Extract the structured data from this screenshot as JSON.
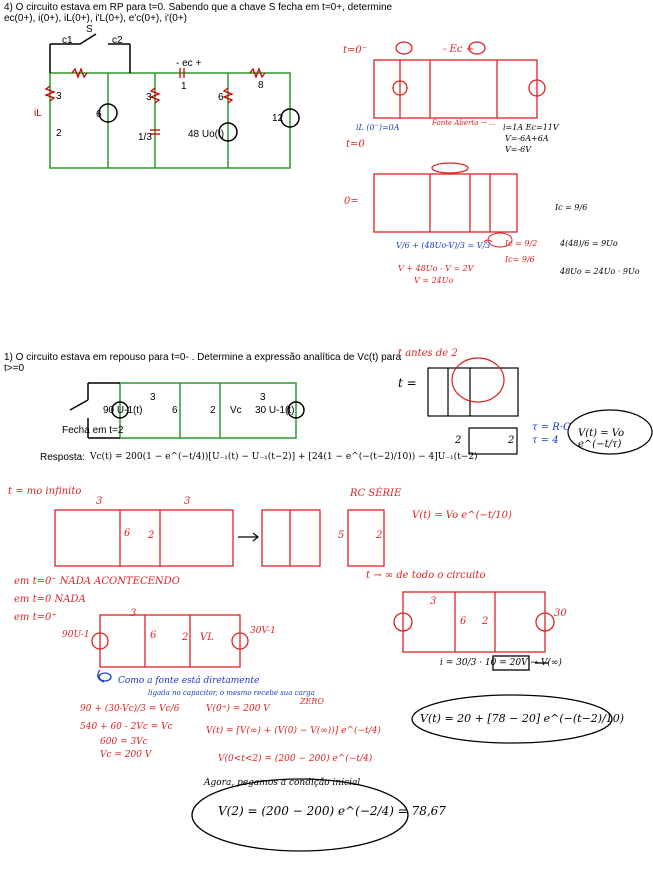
{
  "problem4": {
    "statement_l1": "4) O circuito estava em RP para t=0. Sabendo que a chave S fecha em t=0+, determine",
    "statement_l2": "ec(0+), i(0+), iL(0+), i'L(0+), e'c(0+), i'(0+)",
    "switch": "S",
    "c1": "c1",
    "c2": "c2",
    "ec": "- ec +",
    "r3": "3",
    "r1": "1",
    "r6": "6",
    "r8": "8",
    "r2": "2",
    "iL": "iL",
    "isrc": "6",
    "cap": "1/3",
    "vsrc": "48 Uo(t)",
    "v12": "12"
  },
  "hw_right4": {
    "t0minus": "t=0⁻",
    "ec": "- Ec +",
    "il0": "iL (0⁻)=0A",
    "note": "Fonte Aberta → ...",
    "eq1": "i=1A  Ec=11V",
    "eq2": "V=-6A+6A",
    "eq3": "V=-6V",
    "t0": "t=0",
    "o_eq": "0=",
    "ic": "Ic = 9/6",
    "eq_a": "V/6 + (48Uo-V)/3 = V/3",
    "eq_b": "Ic = 9/2",
    "eq_c": "Ic= 9/6",
    "eq_d": "V + 48Uo - V = 2V",
    "eq_e": "V = 24Uo",
    "eq_f": "4(48)/6 = 9Uo",
    "eq_g": "48Uo = 24Uo · 9Uo"
  },
  "problem1": {
    "statement_l1": "1) O circuito estava em repouso para t=0- . Determine a expressão analítica de Vc(t) para",
    "statement_l2": "t>=0",
    "r3a": "3",
    "r3b": "3",
    "isrc": "90 U-1(t)",
    "r6": "6",
    "c2": "2",
    "vc": "Vc",
    "vsrc": "30 U-1(t)",
    "switch": "Fecha em t=2",
    "answer_label": "Resposta:",
    "answer": "Vc(t) = 200(1 − e^(−t/4))[U₋₁(t) − U₋₁(t−2)] + [24(1 − e^(−(t−2)/10)) − 4]U₋₁(t−2)"
  },
  "hw_right1": {
    "title": "t antes de 2",
    "t": "t =",
    "tau": "τ = R·C",
    "tau2": "τ = 4",
    "v": "V(t) = Vo e^(−t/τ)",
    "r2": "2",
    "z2": "2"
  },
  "hw_bottom": {
    "t_inf": "t = mo infinito",
    "rc": "RC SÉRIE",
    "rc_eq": "V(t) = Vo e^(−t/10)",
    "c_left": "3",
    "c_right": "3",
    "z6": "6",
    "z2": "2",
    "z5": "5",
    "z5b": "2",
    "n1": "em t=0⁻  NADA ACONTECENDO",
    "n2": "em t=0   NADA",
    "n3": "em t=0⁺",
    "inf_title": "t → ∞ de todo o circuito",
    "s90": "90U-1",
    "s30": "30V-1",
    "r3": "3",
    "r6": "6",
    "rc2": "2",
    "vl": "VL",
    "inf_i": "i = 30/3 · 10 = 20V → V(∞)",
    "inf_rc": "30",
    "inf_rb": "3",
    "inf_r6": "6",
    "inf_r2": "2",
    "note_src": "Como a fonte está diretamente",
    "note_src2": "ligada no capacitor, o mesmo recebe sua carga",
    "eq1": "90 + (30-Vc)/3 = Vc/6",
    "eq2": "540 + 60 - 2Vc = Vc",
    "eq3": "600 = 3Vc",
    "eq4": "Vc = 200 V",
    "v0": "V(0⁺) = 200 V",
    "zero": "ZERO",
    "vt": "V(t) = [V(∞) + (V(0) − V(∞))] e^(−t/4)",
    "vt2": "V(0<t<2) = (200 − 200) e^(−t/4)",
    "agora": "Agora, pegamos a condição inicial",
    "vfinal": "V(2) = (200 − 200) e^(−2/4) = 78,67",
    "vbox": "V(t) = 20 + [78 − 20] e^(−(t−2)/10)"
  }
}
